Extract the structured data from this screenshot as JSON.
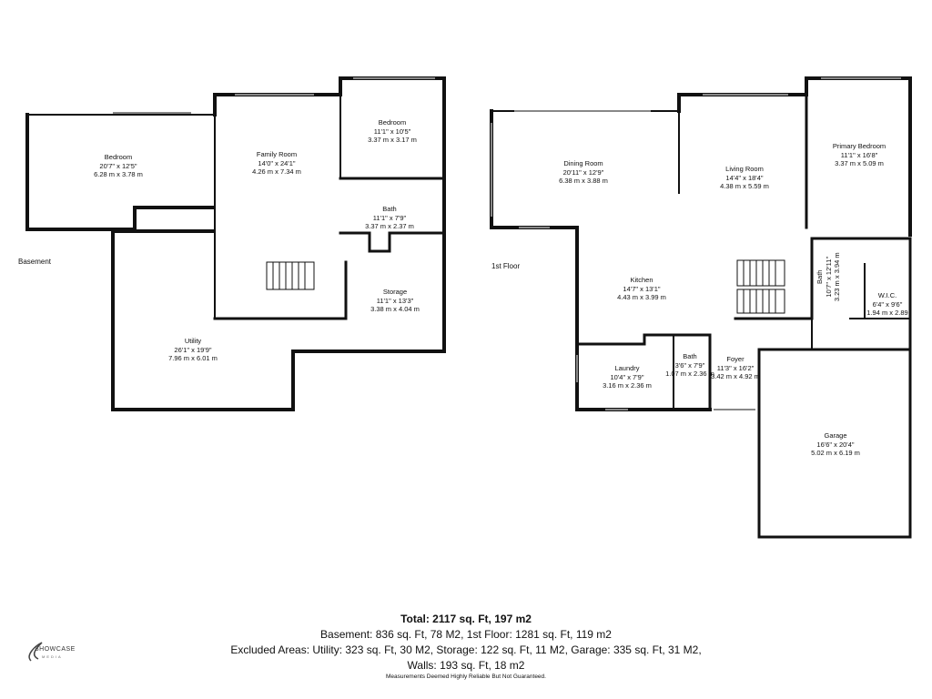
{
  "floors": {
    "basement": {
      "label": "Basement",
      "rooms": [
        {
          "name": "Bedroom",
          "imperial": "20'7\" x 12'5\"",
          "metric": "6.28 m x 3.78 m"
        },
        {
          "name": "Family Room",
          "imperial": "14'0\" x 24'1\"",
          "metric": "4.26 m x 7.34 m"
        },
        {
          "name": "Bedroom",
          "imperial": "11'1\" x 10'5\"",
          "metric": "3.37 m x 3.17 m"
        },
        {
          "name": "Bath",
          "imperial": "11'1\" x 7'9\"",
          "metric": "3.37 m x 2.37 m"
        },
        {
          "name": "Storage",
          "imperial": "11'1\" x 13'3\"",
          "metric": "3.38 m x 4.04 m"
        },
        {
          "name": "Utility",
          "imperial": "26'1\" x 19'9\"",
          "metric": "7.96 m x 6.01 m"
        }
      ]
    },
    "first": {
      "label": "1st Floor",
      "rooms": [
        {
          "name": "Dining Room",
          "imperial": "20'11\" x 12'9\"",
          "metric": "6.38 m x 3.88 m"
        },
        {
          "name": "Living Room",
          "imperial": "14'4\" x 18'4\"",
          "metric": "4.38 m x 5.59 m"
        },
        {
          "name": "Primary Bedroom",
          "imperial": "11'1\" x 16'8\"",
          "metric": "3.37 m x 5.09 m"
        },
        {
          "name": "Kitchen",
          "imperial": "14'7\" x 13'1\"",
          "metric": "4.43 m x 3.99 m"
        },
        {
          "name": "Bath",
          "imperial": "10'7\" x 12'11\"",
          "metric": "3.23 m x 3.94 m"
        },
        {
          "name": "W.I.C.",
          "imperial": "6'4\" x 9'6\"",
          "metric": "1.94 m x 2.89"
        },
        {
          "name": "Laundry",
          "imperial": "10'4\" x 7'9\"",
          "metric": "3.16 m x 2.36 m"
        },
        {
          "name": "Bath",
          "imperial": "3'6\" x 7'9\"",
          "metric": "1.07 m x 2.36 m"
        },
        {
          "name": "Foyer",
          "imperial": "11'3\" x 16'2\"",
          "metric": "3.42 m x 4.92 m"
        },
        {
          "name": "Garage",
          "imperial": "16'6\" x 20'4\"",
          "metric": "5.02 m x 6.19 m"
        }
      ]
    }
  },
  "summary": {
    "total": "Total: 2117 sq. Ft, 197 m2",
    "line1": "Basement: 836 sq. Ft, 78 M2, 1st Floor: 1281 sq. Ft, 119 m2",
    "line2": "Excluded Areas: Utility: 323 sq. Ft, 30 M2, Storage: 122 sq. Ft, 11 M2, Garage: 335 sq. Ft, 31 M2,",
    "line3": "Walls: 193 sq. Ft, 18 m2"
  },
  "disclaimer": "Measurements Deemed Highly Reliable But Not Guaranteed.",
  "logo": {
    "text": "SHOWCASE",
    "sub": "MEDIA"
  },
  "colors": {
    "wall": "#111111",
    "window": "#888888",
    "background": "#ffffff"
  }
}
